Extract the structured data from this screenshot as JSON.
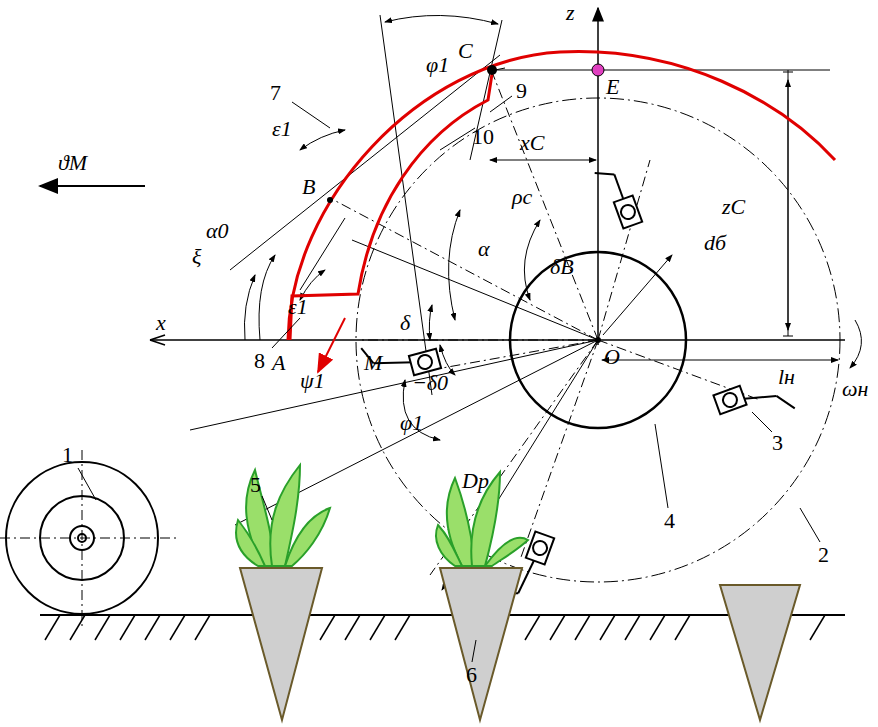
{
  "diagram": {
    "labels": [
      "z",
      "φ1",
      "C",
      "E",
      "7",
      "9",
      "10",
      "xC",
      "ρc",
      "zC",
      "ε1",
      "B",
      "α0",
      "ξ",
      "ϑМ",
      "α",
      "δВ",
      "dб",
      "ε1",
      "δ",
      "x",
      "8",
      "A",
      "M",
      "O",
      "−δ0",
      "lн",
      "ωн",
      "ψ1",
      "φ1",
      "Dр",
      "1",
      "5",
      "3",
      "4",
      "2",
      "6"
    ]
  }
}
